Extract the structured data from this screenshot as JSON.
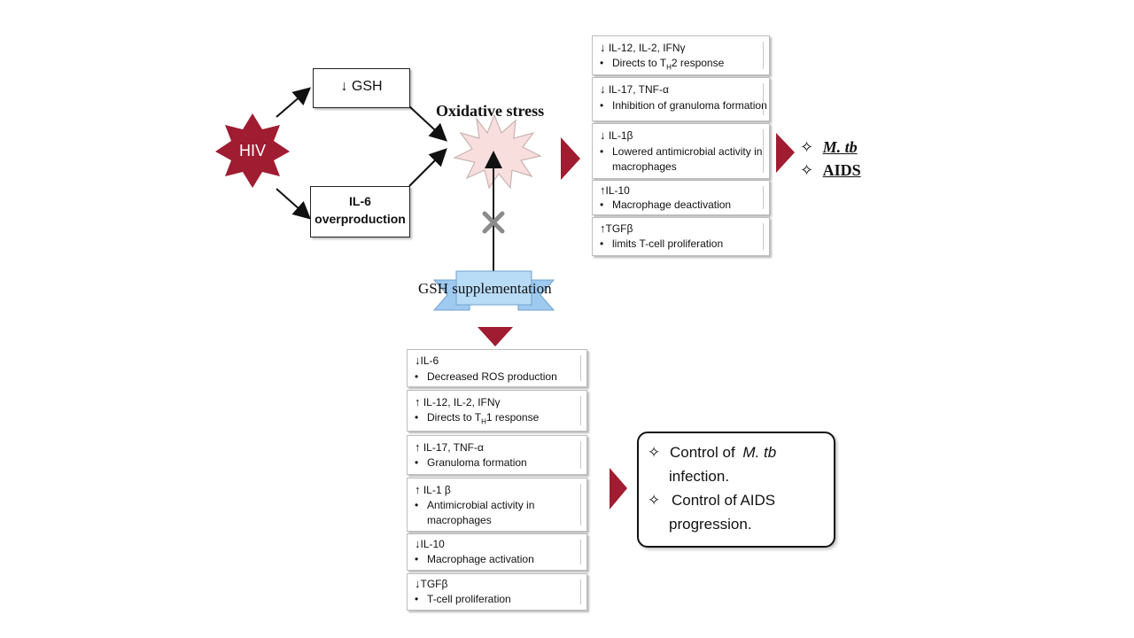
{
  "hiv": {
    "label": "HIV"
  },
  "gsh_box": {
    "label": "↓ GSH"
  },
  "il6_box": {
    "line1": "IL-6",
    "line2": "overproduction"
  },
  "oxidative": {
    "label": "Oxidative stress"
  },
  "supplement": {
    "label": "GSH supplementation"
  },
  "top_effects": [
    {
      "arrow": "↓",
      "head": "IL-12, IL-2, IFNγ",
      "bullet": "Directs to T",
      "sub": "H",
      "tail": "2 response"
    },
    {
      "arrow": "↓",
      "head": "IL-17, TNF-α",
      "bullet": "Inhibition of granuloma formation"
    },
    {
      "arrow": "↓",
      "head": "IL-1β",
      "bullet": "Lowered antimicrobial activity in",
      "cont": "macrophages"
    },
    {
      "arrow": "↑",
      "head": "IL-10",
      "bullet": "Macrophage deactivation"
    },
    {
      "arrow": "↑",
      "head": "TGFβ",
      "bullet": "limits T-cell proliferation"
    }
  ],
  "bottom_effects": [
    {
      "arrow": "↓",
      "head": "IL-6",
      "bullet": "Decreased ROS production"
    },
    {
      "arrow": "↑",
      "head": "IL-12, IL-2, IFNγ",
      "bullet": "Directs to T",
      "sub": "H",
      "tail": "1 response"
    },
    {
      "arrow": "↑",
      "head": "IL-17, TNF-α",
      "bullet": "Granuloma formation"
    },
    {
      "arrow": "↑",
      "head": "IL-1 β",
      "bullet": "Antimicrobial activity in",
      "cont": "macrophages"
    },
    {
      "arrow": "↓",
      "head": "IL-10",
      "bullet": "Macrophage activation"
    },
    {
      "arrow": "↓",
      "head": "TGFβ",
      "bullet": "T-cell proliferation"
    }
  ],
  "outcomes_top": [
    {
      "star": "✧",
      "text": "M. tb"
    },
    {
      "star": "✧",
      "text": "AIDS"
    }
  ],
  "outcomes_bottom": {
    "item1_star": "✧",
    "item1_prefix": "Control of",
    "item1_italic": "M. tb",
    "item1_line2": "infection.",
    "item2_star": "✧",
    "item2_line1": "Control of AIDS",
    "item2_line2": "progression."
  },
  "colors": {
    "maroon": "#a01c31",
    "supplement_blue": "#9ecaf0",
    "burst_pink": "#f9dede"
  },
  "icons": {
    "pointer": "triangle-pointer-icon",
    "block": "block-x-icon"
  }
}
